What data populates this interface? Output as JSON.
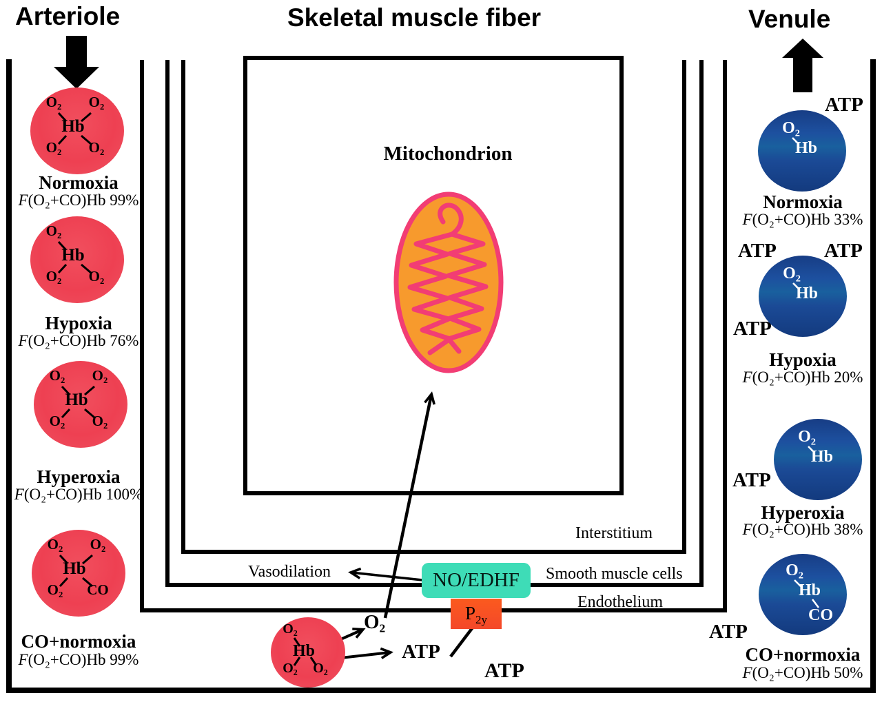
{
  "titles": {
    "arteriole": "Arteriole",
    "skeletal_muscle_fiber": "Skeletal muscle fiber",
    "venule": "Venule"
  },
  "fiber": {
    "mitochondrion": "Mitochondrion"
  },
  "layers": {
    "interstitium": "Interstitium",
    "smooth_muscle_cells": "Smooth muscle cells",
    "endothelium": "Endothelium"
  },
  "signaling": {
    "vasodilation": "Vasodilation",
    "no_edhf": "NO/EDHF",
    "p2y_base": "P",
    "p2y_sub": "2y",
    "o2": "O₂",
    "atp": "ATP"
  },
  "arteriole_column": {
    "cells": [
      {
        "tl": "O₂",
        "tr": "O₂",
        "hb": "Hb",
        "bl": "O₂",
        "br": "O₂",
        "condition": "Normoxia",
        "sat_prefix": "F",
        "sat": "(O₂+CO)Hb 99%"
      },
      {
        "tl": "O₂",
        "hb": "Hb",
        "bl": "O₂",
        "br": "O₂",
        "condition": "Hypoxia",
        "sat_prefix": "F",
        "sat": "(O₂+CO)Hb 76%"
      },
      {
        "tl": "O₂",
        "tr": "O₂",
        "hb": "Hb",
        "bl": "O₂",
        "br": "O₂",
        "condition": "Hyperoxia",
        "sat_prefix": "F",
        "sat": "(O₂+CO)Hb 100%"
      },
      {
        "tl": "O₂",
        "tr": "O₂",
        "hb": "Hb",
        "bl": "O₂",
        "br": "CO",
        "condition": "CO+normoxia",
        "sat_prefix": "F",
        "sat": "(O₂+CO)Hb 99%"
      }
    ]
  },
  "venule_column": {
    "cells": [
      {
        "o2": "O₂",
        "hb": "Hb",
        "condition": "Normoxia",
        "sat_prefix": "F",
        "sat": "(O₂+CO)Hb 33%"
      },
      {
        "o2": "O₂",
        "hb": "Hb",
        "condition": "Hypoxia",
        "sat_prefix": "F",
        "sat": "(O₂+CO)Hb 20%"
      },
      {
        "o2": "O₂",
        "hb": "Hb",
        "condition": "Hyperoxia",
        "sat_prefix": "F",
        "sat": "(O₂+CO)Hb 38%"
      },
      {
        "o2": "O₂",
        "hb": "Hb",
        "co": "CO",
        "condition": "CO+normoxia",
        "sat_prefix": "F",
        "sat": "(O₂+CO)Hb 50%"
      }
    ]
  },
  "lumen": {
    "cell": {
      "tl": "O₂",
      "hb": "Hb",
      "bl": "O₂",
      "br": "O₂"
    }
  },
  "colors": {
    "red_cell": "#ee4052",
    "blue_cell": "#1b4a96",
    "mitochondrion_fill": "#f79a2d",
    "mitochondrion_membrane": "#f23d74",
    "no_edhf_bg": "#3edcb7",
    "p2y_bg": "#f85322",
    "line": "#000000"
  }
}
